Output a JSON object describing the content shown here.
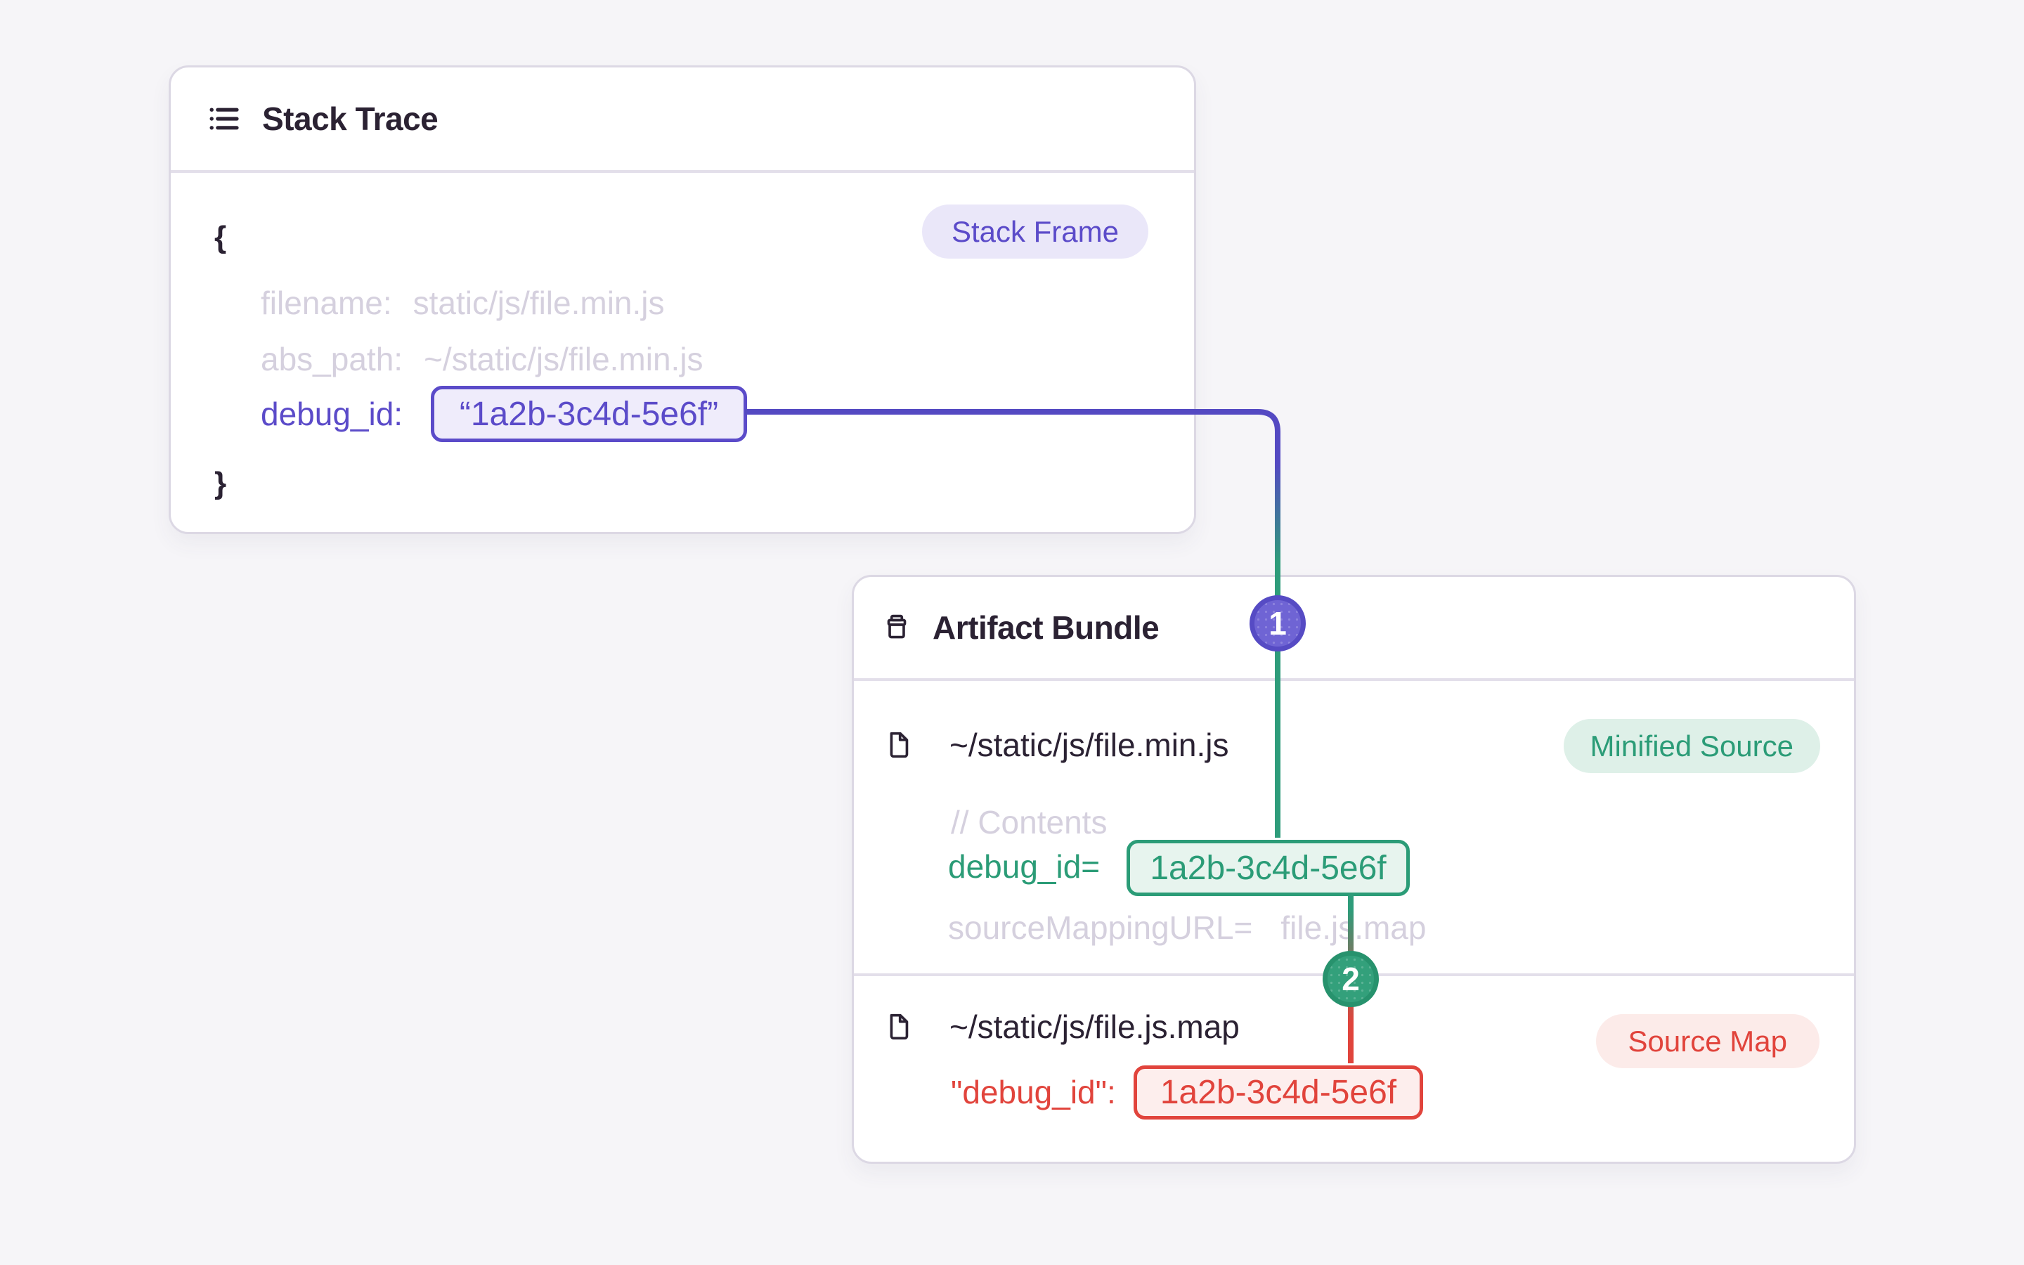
{
  "colors": {
    "background": "#f6f5f8",
    "card_bg": "#ffffff",
    "card_border": "#dcd8e4",
    "divider": "#e3dfea",
    "dark_text": "#2b2233",
    "muted_text": "#d5d0de",
    "purple": "#5b4bc9",
    "purple_bg": "#efecfb",
    "purple_badge_bg": "#eae7f9",
    "indigo_line": "#5449c2",
    "green": "#2b9c77",
    "green_bg": "#e7f4ee",
    "green_badge_bg": "#def0e8",
    "red": "#e1443c",
    "red_bg": "#fdeeed",
    "red_badge_bg": "#fcebe9",
    "circle1_fill": "#6f64d4",
    "circle1_ring": "#564bc4",
    "circle2_fill": "#33a07b",
    "circle2_ring": "#27926d"
  },
  "stack_trace": {
    "title": "Stack Trace",
    "badge": "Stack Frame",
    "open_brace": "{",
    "close_brace": "}",
    "fields": [
      {
        "key": "filename:",
        "value": "static/js/file.min.js"
      },
      {
        "key": "abs_path:",
        "value": "~/static/js/file.min.js"
      }
    ],
    "debug_id": {
      "key": "debug_id:",
      "value": "“1a2b-3c4d-5e6f”"
    }
  },
  "artifact_bundle": {
    "title": "Artifact Bundle",
    "minified_file": {
      "path": "~/static/js/file.min.js",
      "badge": "Minified Source",
      "comment": "// Contents",
      "debug_key": "debug_id=",
      "debug_value": "1a2b-3c4d-5e6f",
      "mapping_key": "sourceMappingURL=",
      "mapping_value": "file.js.map"
    },
    "source_map_file": {
      "path": "~/static/js/file.js.map",
      "badge": "Source Map",
      "debug_key": "\"debug_id\":",
      "debug_value": "1a2b-3c4d-5e6f"
    }
  },
  "markers": {
    "one": "1",
    "two": "2"
  }
}
